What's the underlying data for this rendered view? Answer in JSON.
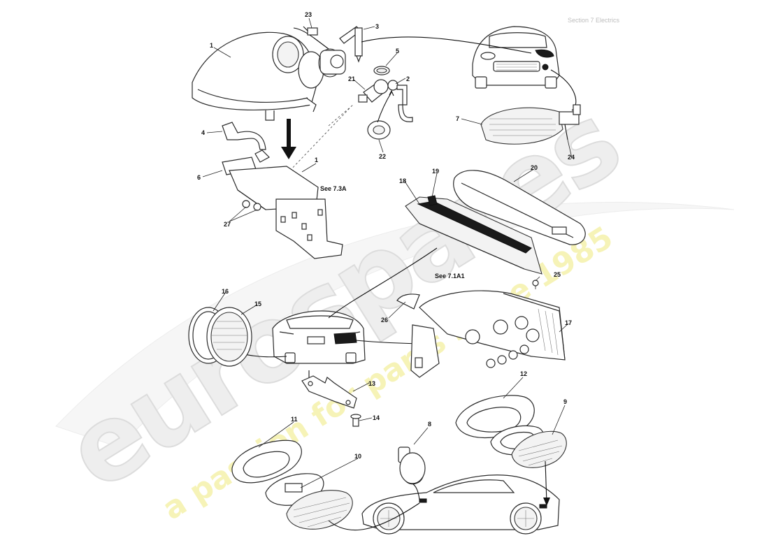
{
  "watermark": {
    "brand": "eurospares",
    "slogan": "a passion for parts since 1985",
    "colors": {
      "brand": "#e4e4e4",
      "slogan": "#f1ee8a"
    }
  },
  "header_note": "Section 7 Electrics",
  "callouts": [
    "1",
    "2",
    "3",
    "4",
    "5",
    "6",
    "7",
    "8",
    "9",
    "10",
    "11",
    "12",
    "13",
    "14",
    "15",
    "16",
    "17",
    "18",
    "19",
    "20",
    "21",
    "22",
    "23",
    "24",
    "25",
    "26",
    "27",
    "1"
  ],
  "references": [
    "See 7.3A",
    "See 7.1A1"
  ]
}
